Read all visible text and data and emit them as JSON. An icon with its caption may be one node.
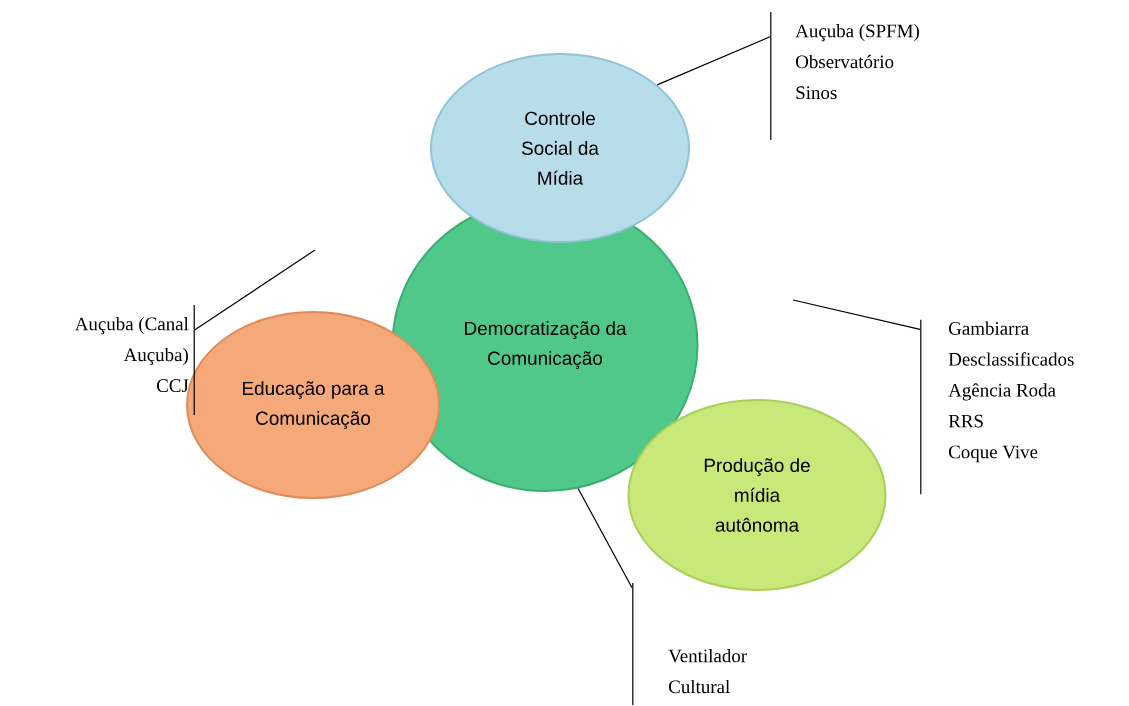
{
  "diagram": {
    "nodes": [
      {
        "text": [
          "Controle Social da Mídia"
        ]
      },
      {
        "text": [
          "Democratização da Comunicação"
        ]
      },
      {
        "text": [
          "Educação para a Comunicação"
        ]
      },
      {
        "text": [
          "Produção de mídia autônoma"
        ]
      },
      {
        "text": [
          "Auçuba (SPFM)",
          "Observatório Sinos"
        ]
      },
      {
        "text": [
          "Auçuba (Canal Auçuba)",
          "CCJ"
        ]
      },
      {
        "text": [
          "Gambiarra",
          "Desclassificados",
          "Agência Roda",
          "RRS",
          "Coque Vive"
        ]
      },
      {
        "text": [
          "Ventilador Cultural"
        ]
      }
    ],
    "edges": [
      {
        "from": 4,
        "to": 0,
        "arrow": "none"
      },
      {
        "from": 5,
        "to": null,
        "arrow": "none"
      },
      {
        "from": 6,
        "to": null,
        "arrow": "none"
      },
      {
        "from": 7,
        "to": 1,
        "arrow": "none"
      }
    ]
  }
}
